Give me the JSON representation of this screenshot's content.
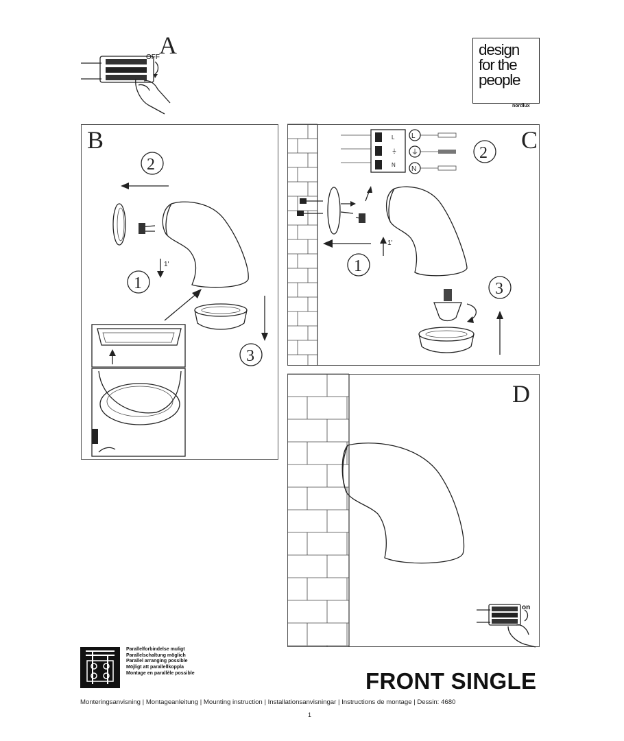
{
  "steps": {
    "a": "A",
    "b": "B",
    "c": "C",
    "d": "D"
  },
  "step_a": {
    "switch_label": "OFF"
  },
  "step_d": {
    "switch_label": "on"
  },
  "step_b": {
    "callouts": [
      "2",
      "1",
      "3"
    ],
    "marker": "1'"
  },
  "step_c": {
    "callouts": [
      "2",
      "1",
      "3"
    ],
    "marker": "1'",
    "terminals": [
      "L",
      "⏚",
      "N"
    ],
    "block_letters": [
      "L",
      "⏚",
      "N"
    ]
  },
  "logo": {
    "lines": [
      "design",
      "for the",
      "people"
    ],
    "brand": "nordlux"
  },
  "parallel": {
    "lines": [
      "Parallelforbindelse muligt",
      "Parallelschaltung möglich",
      "Parallel arranging possible",
      "Möjligt att parallellkoppla",
      "Montage en parallèle possible"
    ]
  },
  "title": "FRONT SINGLE",
  "footer": "Monteringsanvisning | Montageanleitung | Mounting instruction | Installationsanvisningar | Instructions de montage | Dessin: 4680",
  "page_number": "1"
}
